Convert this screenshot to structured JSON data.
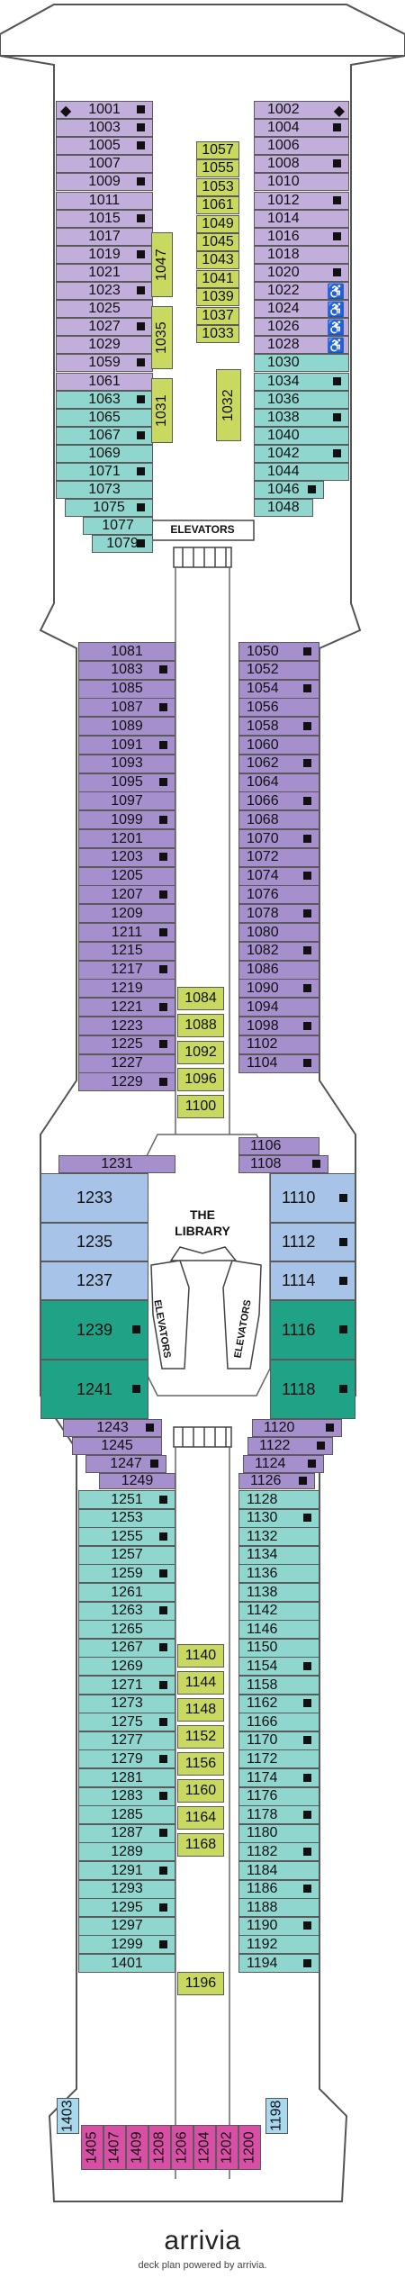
{
  "labels": {
    "elevators_top": "ELEVATORS",
    "the_library": "THE LIBRARY",
    "elevators_left": "ELEVATORS",
    "elevators_right": "ELEVATORS"
  },
  "brand": {
    "logo_text": "arrivia",
    "credit": "deck plan powered by arrivia."
  },
  "colors": {
    "light_purple": "#c2aedb",
    "dark_purple": "#a58fcc",
    "teal": "#8fd6cf",
    "blue": "#a7c4e8",
    "green": "#1fa285",
    "yellow": "#c9d95f",
    "magenta": "#d94fa5",
    "light_blue": "#a6d9ee"
  },
  "cabins": {
    "forward_port": [
      {
        "n": "1001",
        "c": "p",
        "acc": "◆",
        "s": true
      },
      {
        "n": "1003",
        "c": "p",
        "s": true
      },
      {
        "n": "1005",
        "c": "p",
        "s": true
      },
      {
        "n": "1007",
        "c": "p"
      },
      {
        "n": "1009",
        "c": "p",
        "s": true
      },
      {
        "n": "1011",
        "c": "p"
      },
      {
        "n": "1015",
        "c": "p",
        "s": true
      },
      {
        "n": "1017",
        "c": "p"
      },
      {
        "n": "1019",
        "c": "p",
        "s": true
      },
      {
        "n": "1021",
        "c": "p"
      },
      {
        "n": "1023",
        "c": "p",
        "s": true
      },
      {
        "n": "1025",
        "c": "p"
      },
      {
        "n": "1027",
        "c": "p",
        "s": true
      },
      {
        "n": "1029",
        "c": "p"
      },
      {
        "n": "1059",
        "c": "p",
        "s": true
      },
      {
        "n": "1061",
        "c": "p"
      },
      {
        "n": "1063",
        "c": "t",
        "s": true
      },
      {
        "n": "1065",
        "c": "t"
      },
      {
        "n": "1067",
        "c": "t",
        "s": true
      },
      {
        "n": "1069",
        "c": "t"
      },
      {
        "n": "1071",
        "c": "t",
        "s": true
      },
      {
        "n": "1073",
        "c": "t"
      },
      {
        "n": "1075",
        "c": "t",
        "s": true
      },
      {
        "n": "1077",
        "c": "t"
      },
      {
        "n": "1079",
        "c": "t",
        "s": true
      }
    ],
    "forward_starboard": [
      {
        "n": "1002",
        "c": "p",
        "acc": "◆"
      },
      {
        "n": "1004",
        "c": "p",
        "s": true
      },
      {
        "n": "1006",
        "c": "p"
      },
      {
        "n": "1008",
        "c": "p",
        "s": true
      },
      {
        "n": "1010",
        "c": "p"
      },
      {
        "n": "1012",
        "c": "p",
        "s": true
      },
      {
        "n": "1014",
        "c": "p"
      },
      {
        "n": "1016",
        "c": "p",
        "s": true
      },
      {
        "n": "1018",
        "c": "p"
      },
      {
        "n": "1020",
        "c": "p",
        "s": true
      },
      {
        "n": "1022",
        "c": "p",
        "acc": "♿"
      },
      {
        "n": "1024",
        "c": "p",
        "acc": "♿"
      },
      {
        "n": "1026",
        "c": "p",
        "acc": "♿"
      },
      {
        "n": "1028",
        "c": "p",
        "acc": "♿"
      },
      {
        "n": "1030",
        "c": "t"
      },
      {
        "n": "1034",
        "c": "t",
        "s": true
      },
      {
        "n": "1036",
        "c": "t"
      },
      {
        "n": "1038",
        "c": "t",
        "s": true
      },
      {
        "n": "1040",
        "c": "t"
      },
      {
        "n": "1042",
        "c": "t",
        "s": true
      },
      {
        "n": "1044",
        "c": "t"
      },
      {
        "n": "1046",
        "c": "t",
        "s": true
      },
      {
        "n": "1048",
        "c": "t"
      }
    ],
    "center_fwd": [
      "1057",
      "1055",
      "1053",
      "1061",
      "1049",
      "1045",
      "1043",
      "1041",
      "1039",
      "1037",
      "1033"
    ],
    "center_fwd_vertical": [
      "1047",
      "1035",
      "1031",
      "1032"
    ],
    "mid_port": [
      "1081",
      "1083",
      "1085",
      "1087",
      "1089",
      "1091",
      "1093",
      "1095",
      "1097",
      "1099",
      "1201",
      "1203",
      "1205",
      "1207",
      "1209",
      "1211",
      "1215",
      "1217",
      "1219",
      "1221",
      "1223",
      "1225",
      "1227",
      "1229"
    ],
    "mid_starboard": [
      "1050",
      "1052",
      "1054",
      "1056",
      "1058",
      "1060",
      "1062",
      "1064",
      "1066",
      "1068",
      "1070",
      "1072",
      "1074",
      "1076",
      "1078",
      "1080",
      "1082",
      "1086",
      "1090",
      "1094",
      "1098",
      "1102",
      "1104"
    ],
    "center_mid": [
      "1084",
      "1088",
      "1092",
      "1096",
      "1100"
    ],
    "lounge_port": [
      {
        "n": "1231",
        "c": "pd"
      },
      {
        "n": "1233",
        "c": "b"
      },
      {
        "n": "1235",
        "c": "b"
      },
      {
        "n": "1237",
        "c": "b"
      },
      {
        "n": "1239",
        "c": "g"
      },
      {
        "n": "1241",
        "c": "g"
      },
      {
        "n": "1243",
        "c": "pd"
      },
      {
        "n": "1245",
        "c": "pd"
      },
      {
        "n": "1247",
        "c": "pd"
      },
      {
        "n": "1249",
        "c": "pd"
      }
    ],
    "lounge_starboard": [
      {
        "n": "1106",
        "c": "pd"
      },
      {
        "n": "1108",
        "c": "pd"
      },
      {
        "n": "1110",
        "c": "b"
      },
      {
        "n": "1112",
        "c": "b"
      },
      {
        "n": "1114",
        "c": "b"
      },
      {
        "n": "1116",
        "c": "g"
      },
      {
        "n": "1118",
        "c": "g"
      },
      {
        "n": "1120",
        "c": "pd"
      },
      {
        "n": "1122",
        "c": "pd"
      },
      {
        "n": "1124",
        "c": "pd"
      },
      {
        "n": "1126",
        "c": "pd"
      }
    ],
    "aft_port": [
      "1251",
      "1253",
      "1255",
      "1257",
      "1259",
      "1261",
      "1263",
      "1265",
      "1267",
      "1269",
      "1271",
      "1273",
      "1275",
      "1277",
      "1279",
      "1281",
      "1283",
      "1285",
      "1287",
      "1289",
      "1291",
      "1293",
      "1295",
      "1297",
      "1299",
      "1401"
    ],
    "aft_starboard": [
      "1128",
      "1130",
      "1132",
      "1134",
      "1136",
      "1138",
      "1142",
      "1146",
      "1150",
      "1154",
      "1158",
      "1162",
      "1166",
      "1170",
      "1172",
      "1174",
      "1176",
      "1178",
      "1180",
      "1182",
      "1184",
      "1186",
      "1188",
      "1190",
      "1192",
      "1194"
    ],
    "center_aft": [
      "1140",
      "1144",
      "1148",
      "1152",
      "1156",
      "1160",
      "1164",
      "1168"
    ],
    "center_aft_last": "1196",
    "stern": [
      {
        "n": "1403",
        "c": "lb"
      },
      {
        "n": "1405",
        "c": "m"
      },
      {
        "n": "1407",
        "c": "m"
      },
      {
        "n": "1409",
        "c": "m"
      },
      {
        "n": "1208",
        "c": "m"
      },
      {
        "n": "1206",
        "c": "m"
      },
      {
        "n": "1204",
        "c": "m"
      },
      {
        "n": "1202",
        "c": "m"
      },
      {
        "n": "1200",
        "c": "m"
      },
      {
        "n": "1198",
        "c": "lb"
      }
    ]
  }
}
